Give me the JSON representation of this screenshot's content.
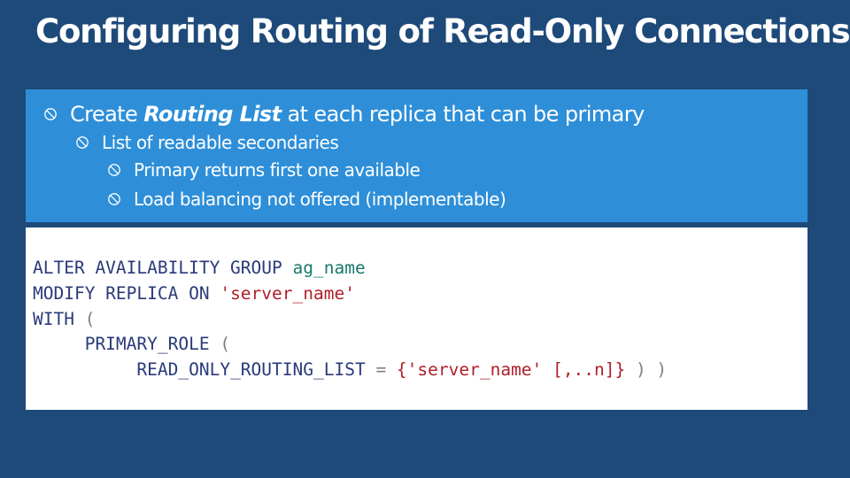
{
  "slide": {
    "title": "Configuring Routing of Read-Only Connections"
  },
  "bullets": {
    "b1_pre": "Create ",
    "b1_em": "Routing List",
    "b1_post": " at each replica that can be primary",
    "b2": "List of readable secondaries",
    "b3": "Primary returns first one available",
    "b4": "Load balancing not offered (implementable)"
  },
  "code": {
    "l1_kw": "ALTER AVAILABILITY GROUP ",
    "l1_id": "ag_name",
    "l2_kw": "MODIFY REPLICA ON ",
    "l2_str": "'server_name'",
    "l3_kw": "WITH ",
    "l3_op": "(",
    "l4_indent": "     ",
    "l4_kw": "PRIMARY_ROLE ",
    "l4_op": "(",
    "l5_indent": "          ",
    "l5_kw": "READ_ONLY_ROUTING_LIST ",
    "l5_eq": "= ",
    "l5_str": "{'server_name' [,..n]}",
    "l5_close": " ) )"
  },
  "colors": {
    "background": "#1e4a7a",
    "bullet_panel": "#2e8fd8",
    "code_keyword": "#2a3a7a",
    "code_identifier": "#1a7a6e",
    "code_string": "#b0202a"
  },
  "icons": {
    "bullet": "circle-slash-icon"
  }
}
